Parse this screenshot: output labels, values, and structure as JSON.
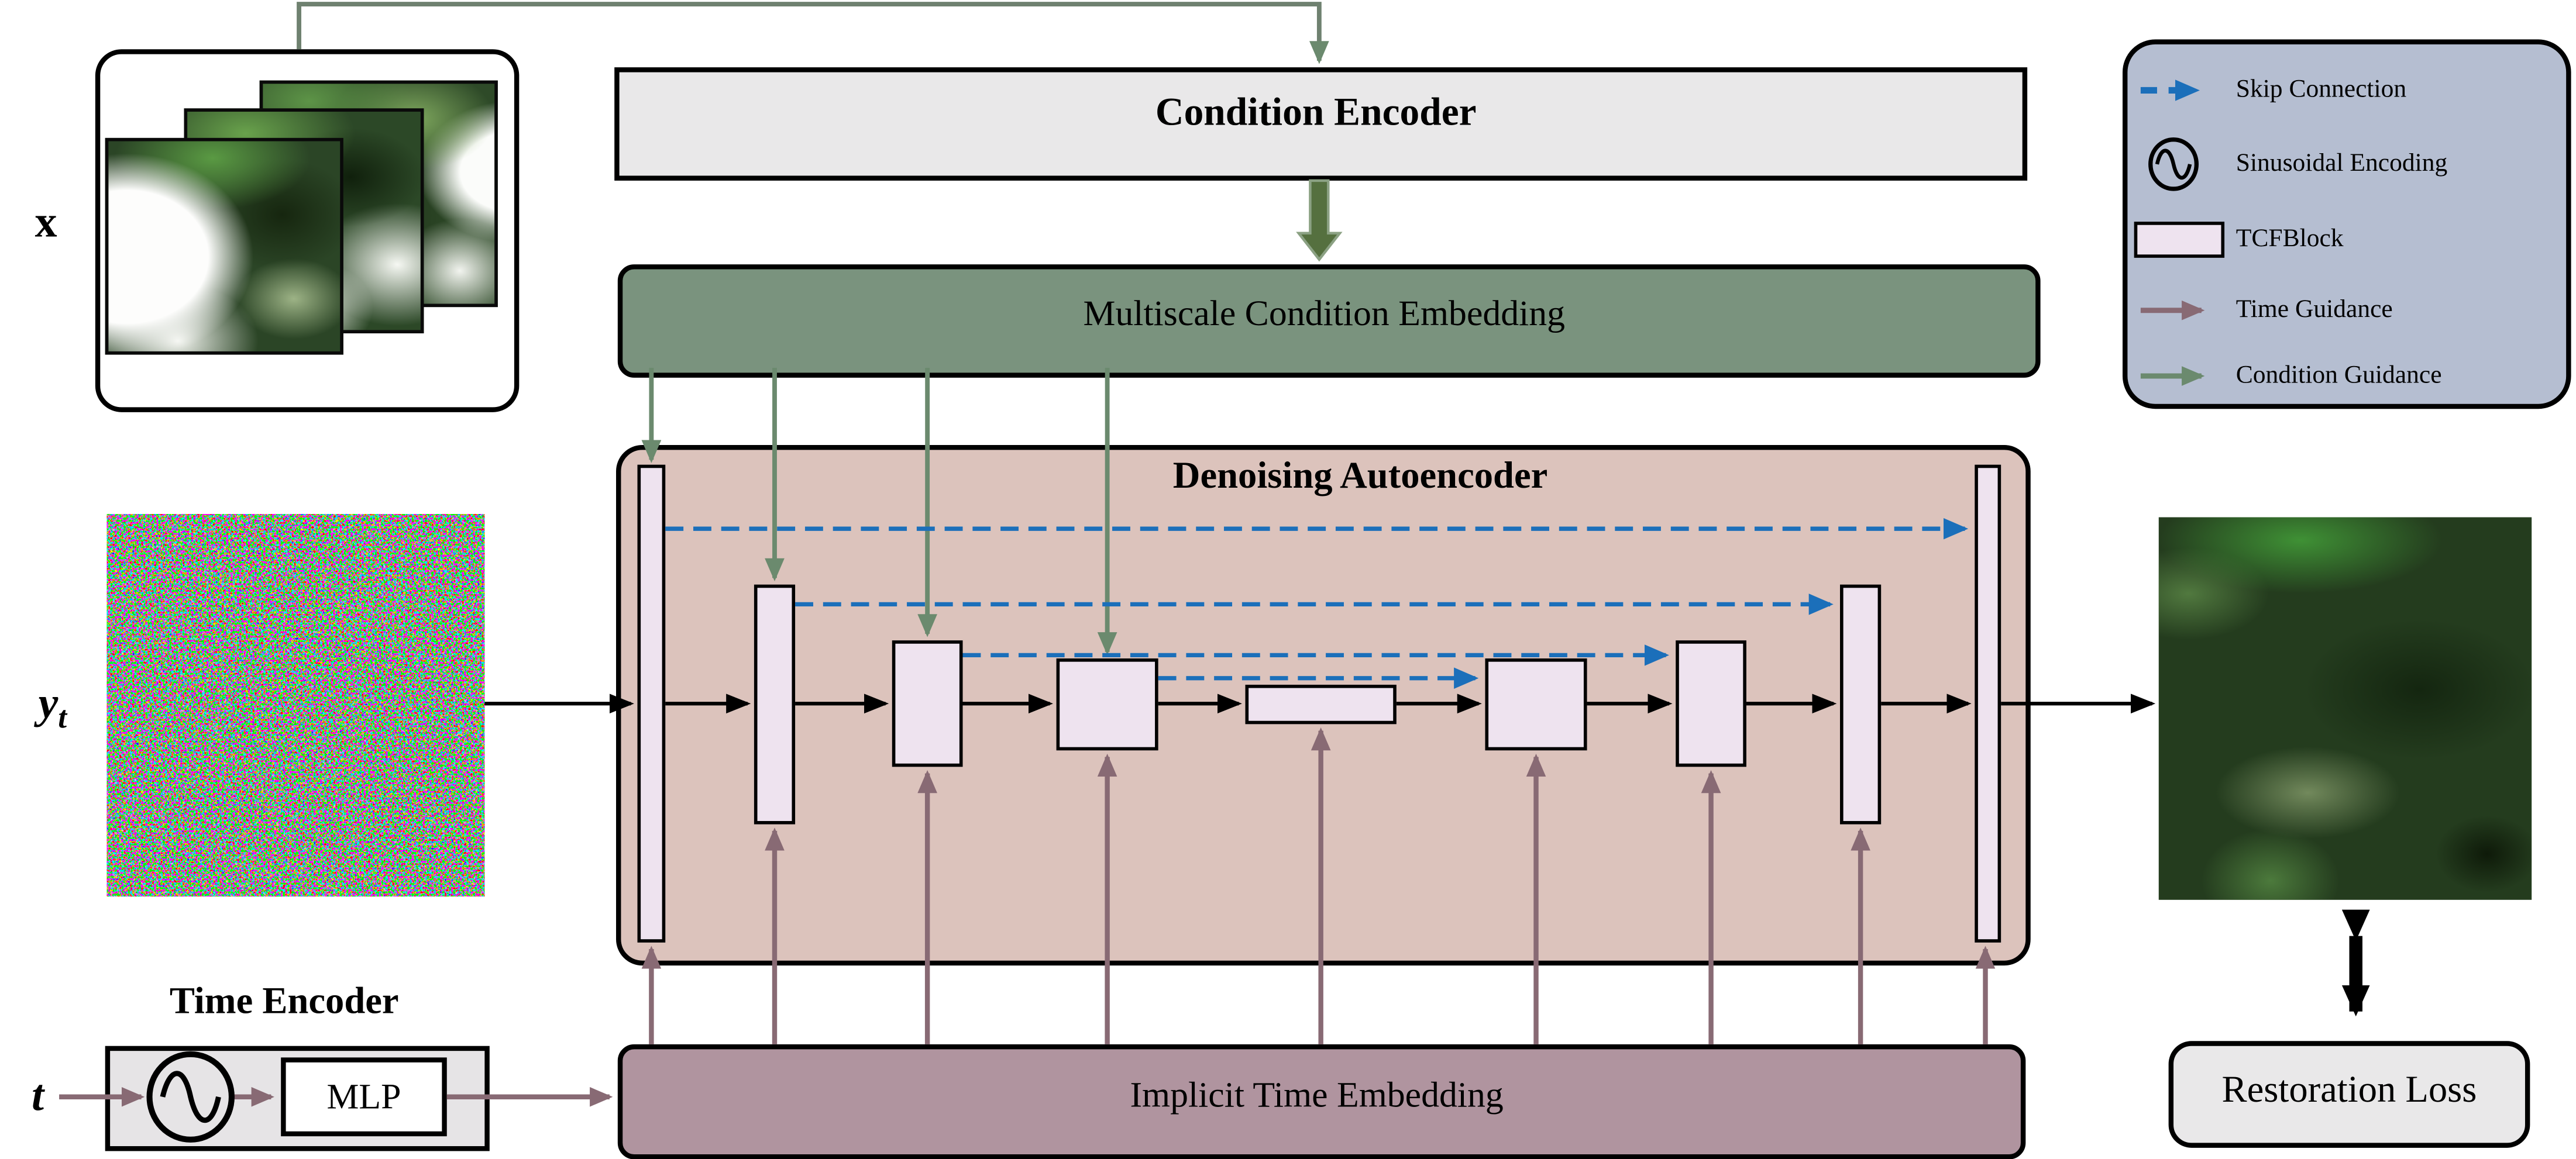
{
  "figure": {
    "condition_encoder": "Condition Encoder",
    "multiscale_embedding": "Multiscale Condition Embedding",
    "autoencoder_title": "Denoising Autoencoder",
    "implicit_embedding": "Implicit Time Embedding",
    "time_encoder_title": "Time Encoder",
    "mlp": "MLP",
    "restoration_loss": "Restoration Loss"
  },
  "labels": {
    "input": "x",
    "noisy_base": "y",
    "noisy_sub": "t",
    "time": "t"
  },
  "legend": {
    "items": [
      {
        "icon": "skip-connection-arrow-icon",
        "label": "Skip Connection"
      },
      {
        "icon": "sinusoidal-encoding-icon",
        "label": "Sinusoidal Encoding"
      },
      {
        "icon": "tcfblock-swatch",
        "label": "TCFBlock"
      },
      {
        "icon": "time-guidance-arrow-icon",
        "label": "Time Guidance"
      },
      {
        "icon": "condition-guidance-arrow-icon",
        "label": "Condition Guidance"
      }
    ]
  },
  "colors": {
    "skip_connection": "#1b6fba",
    "time_guidance": "#886a74",
    "condition_guidance": "#6b8a6e",
    "condition_guidance_thick": "#55703f",
    "tcfblock_fill": "#eee3ef",
    "autoencoder_fill": "#dcc3bc",
    "multiscale_fill": "#7a937e",
    "implicit_fill": "#b0949f",
    "legend_fill": "#b5bed1",
    "gray_box_fill": "#e9e8e9"
  }
}
